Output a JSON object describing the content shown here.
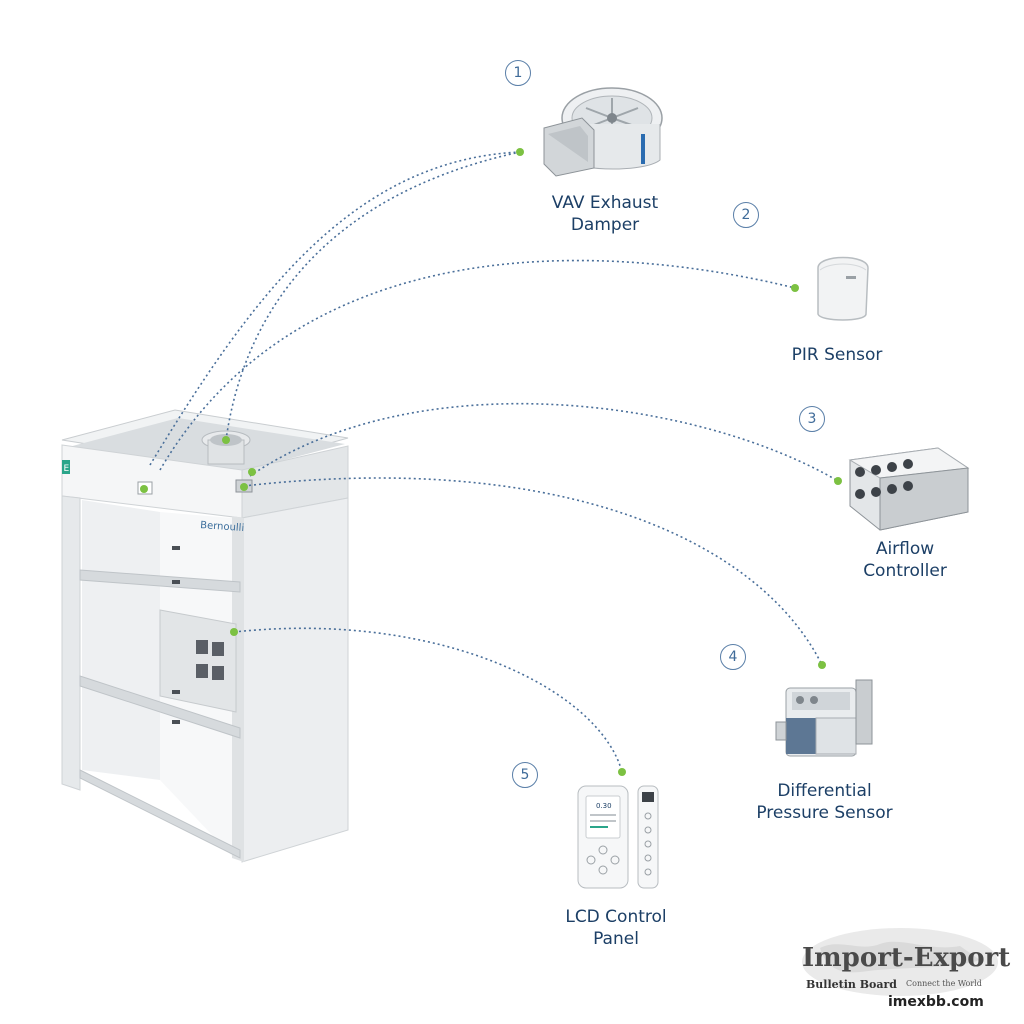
{
  "components": [
    {
      "number": "1",
      "lines": [
        "VAV Exhaust",
        "Damper"
      ]
    },
    {
      "number": "2",
      "lines": [
        "PIR Sensor"
      ]
    },
    {
      "number": "3",
      "lines": [
        "Airflow",
        "Controller"
      ]
    },
    {
      "number": "4",
      "lines": [
        "Differential",
        "Pressure Sensor"
      ]
    },
    {
      "number": "5",
      "lines": [
        "LCD Control",
        "Panel"
      ]
    }
  ],
  "hood": {
    "logo": "E",
    "brand": "Bernoulli"
  },
  "lcd": {
    "reading": "0.30"
  },
  "watermark": {
    "title": "Import-Export",
    "subtitle": "Bulletin Board",
    "tagline": "Connect the World",
    "url": "imexbb.com"
  },
  "colors": {
    "connector": "#4a6f9a",
    "node": "#7cc142",
    "label": "#1c3f66",
    "accent": "#2aa58a"
  }
}
